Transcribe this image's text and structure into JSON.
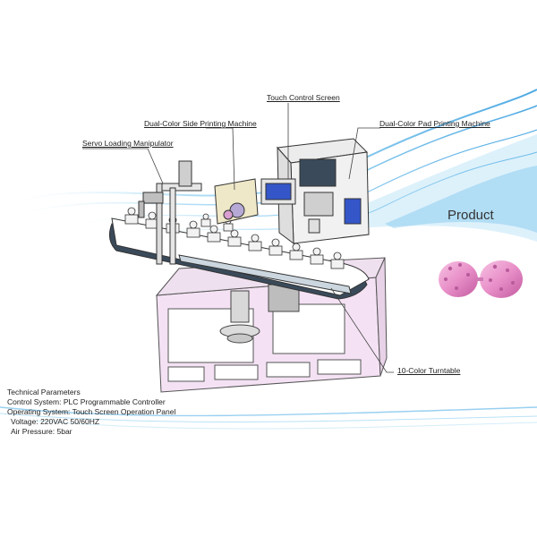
{
  "callouts": {
    "touch_screen": "Touch Control Screen",
    "side_printing": "Dual-Color Side Printing Machine",
    "pad_printing": "Dual-Color Pad Printing Machine",
    "servo_manipulator": "Servo Loading Manipulator",
    "turntable": "10-Color Turntable"
  },
  "product_label": "Product",
  "parameters": {
    "heading": "Technical Parameters",
    "items": [
      "Control System:  PLC Programmable Controller",
      "Operating System: Touch Screen Operation Panel",
      "Voltage:  220VAC 50/60HZ",
      "Air Pressure:  5bar"
    ]
  },
  "colors": {
    "frame": "#f4e2f4",
    "frame_stroke": "#555555",
    "screen": "#3456c8",
    "wave": "#7fc4ec",
    "product": "#e88fc8"
  }
}
